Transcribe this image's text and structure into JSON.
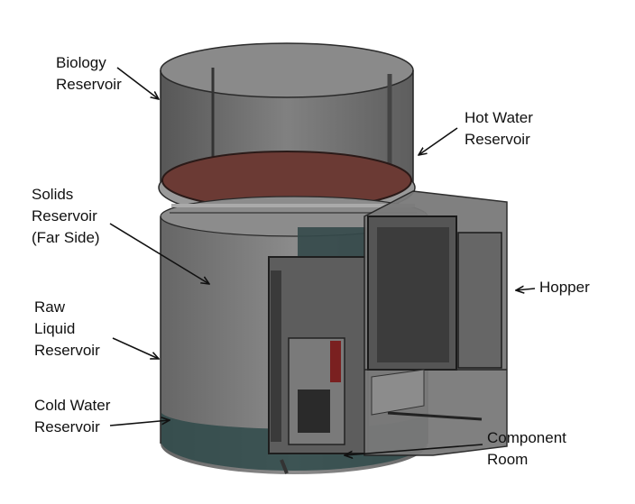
{
  "diagram": {
    "labels": {
      "biology": [
        "Biology",
        "Reservoir"
      ],
      "hot_water": [
        "Hot Water",
        "Reservoir"
      ],
      "solids": [
        "Solids",
        "Reservoir",
        "(Far Side)"
      ],
      "hopper": [
        "Hopper"
      ],
      "raw_liquid": [
        "Raw",
        "Liquid",
        "Reservoir"
      ],
      "cold_water": [
        "Cold Water",
        "Reservoir"
      ],
      "component_room": [
        "Component",
        "Room"
      ]
    },
    "colors": {
      "cylinder_gray": "#6c6c6c",
      "hot_water_plate": "#6b3a34",
      "cold_water": "#2f4a4a",
      "hopper_gray": "#7a7a7a",
      "ink": "#111111"
    }
  }
}
